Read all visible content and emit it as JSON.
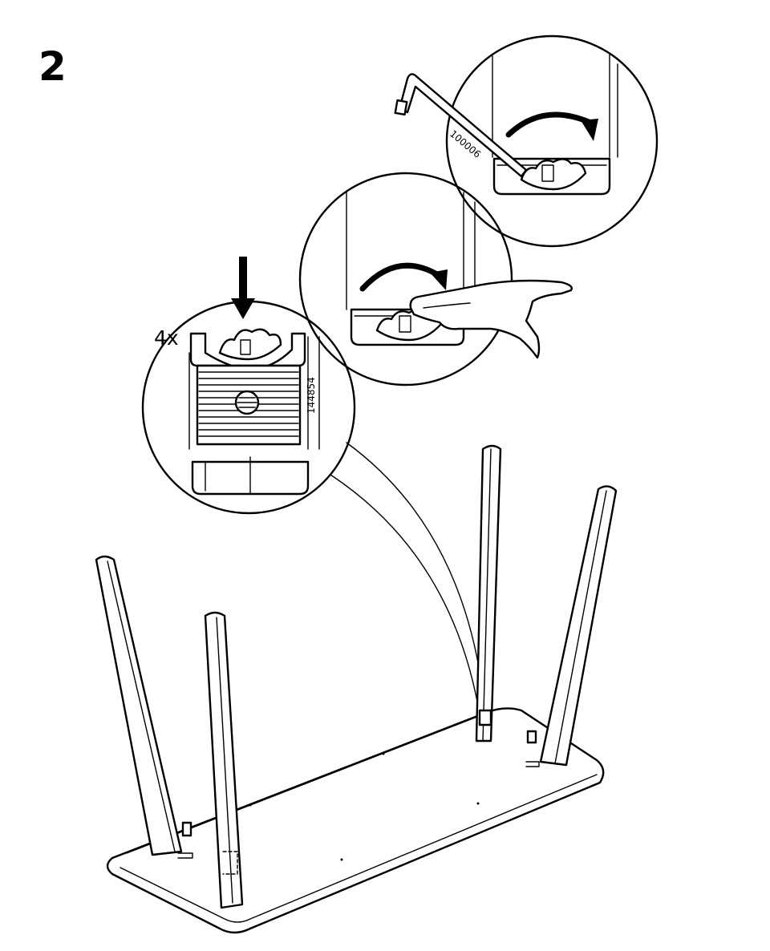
{
  "step": {
    "number": "2"
  },
  "callouts": {
    "quantity": "4x",
    "glide_part_number": "144854",
    "key_part_number": "100006"
  },
  "icons": [
    "down-arrow-icon",
    "rotate-clockwise-arrow-icon",
    "hand-icon",
    "allen-key-icon",
    "leg-glide-icon",
    "table-icon"
  ]
}
